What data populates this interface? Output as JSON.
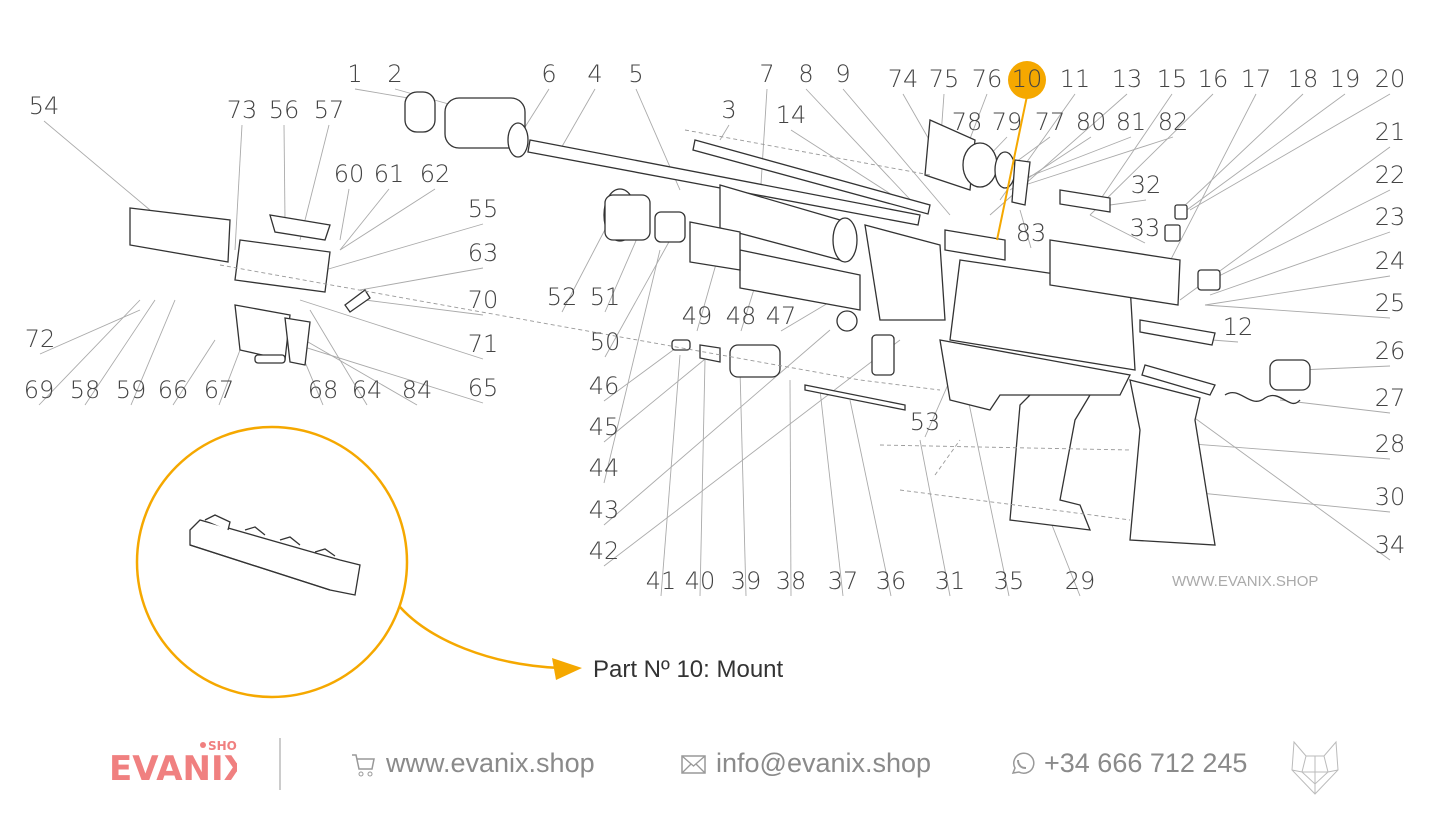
{
  "diagram": {
    "labels": [
      "1",
      "2",
      "6",
      "4",
      "5",
      "7",
      "8",
      "9",
      "74",
      "75",
      "76",
      "10",
      "11",
      "13",
      "15",
      "16",
      "17",
      "18",
      "19",
      "20",
      "54",
      "73",
      "56",
      "57",
      "3",
      "14",
      "78",
      "79",
      "77",
      "80",
      "81",
      "82",
      "21",
      "60",
      "61",
      "62",
      "22",
      "32",
      "55",
      "23",
      "83",
      "33",
      "63",
      "24",
      "52",
      "51",
      "70",
      "25",
      "49",
      "48",
      "47",
      "12",
      "72",
      "50",
      "71",
      "26",
      "46",
      "69",
      "58",
      "59",
      "66",
      "67",
      "68",
      "64",
      "84",
      "65",
      "27",
      "45",
      "53",
      "28",
      "44",
      "30",
      "43",
      "34",
      "42",
      "41",
      "40",
      "39",
      "38",
      "37",
      "36",
      "31",
      "35",
      "29"
    ],
    "highlighted_label": "10",
    "highlight_color": "#f5a800",
    "watermark": "WWW.EVANIX.SHOP"
  },
  "callout": {
    "caption": "Part Nº 10: Mount",
    "color": "#f5a800"
  },
  "footer": {
    "brand": "EVANIX",
    "brand_sub": "SHOP",
    "brand_color": "#f08080",
    "website": "www.evanix.shop",
    "email": "info@evanix.shop",
    "phone": "+34 666 712 245",
    "icons": [
      "cart-icon",
      "mail-icon",
      "whatsapp-icon",
      "wolf-logo-icon"
    ]
  }
}
